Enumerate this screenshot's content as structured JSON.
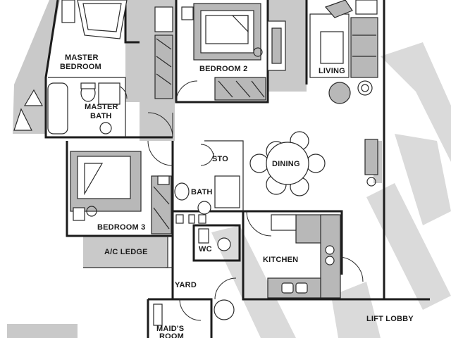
{
  "rooms": {
    "master_bedroom": "MASTER\nBEDROOM",
    "bedroom2": "BEDROOM 2",
    "living": "LIVING",
    "master_bath": "MASTER\nBATH",
    "sto": "STO",
    "dining": "DINING",
    "bedroom3": "BEDROOM 3",
    "bath": "BATH",
    "ac_ledge": "A/C LEDGE",
    "wc": "WC",
    "kitchen": "KITCHEN",
    "yard": "YARD",
    "maids_room": "MAID'S\nROOM",
    "lift_lobby": "LIFT LOBBY"
  },
  "colors": {
    "wall": "#1c1c1c",
    "shade": "#c9c9c9",
    "watermark": "#d6d6d6"
  }
}
